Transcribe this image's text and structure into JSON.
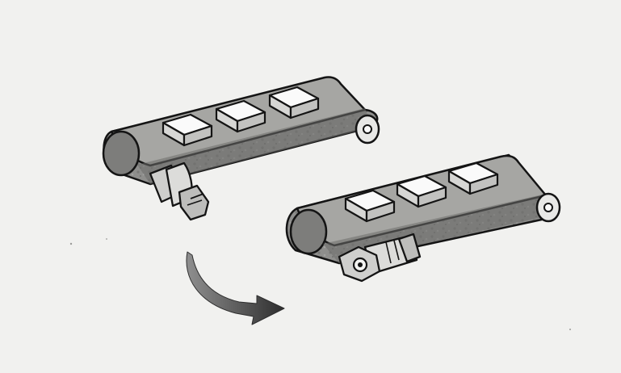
{
  "illustration": {
    "subject": "conveyor-belt-drive-repositioning",
    "components": [
      "conveyor-belt",
      "drive-motor",
      "gearbox",
      "tail-pulley",
      "package"
    ],
    "transition_arrow": "curved-arrow-right",
    "colors": {
      "background": "#f1f1ef",
      "belt": "#8e8e8c",
      "belt_dark": "#6c6c6a",
      "belt_light": "#b3b3b0",
      "outline": "#141414",
      "package_top": "#fafafa",
      "package_side": "#cfcfcd",
      "metal": "#dcdcda",
      "arrow_dark": "#2e2e2e",
      "arrow_light": "#8f8f8f"
    }
  }
}
